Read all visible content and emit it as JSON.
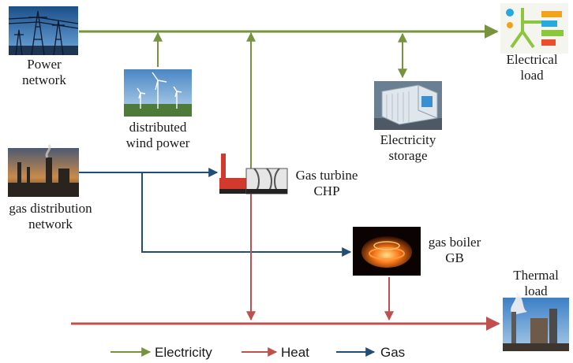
{
  "nodes": {
    "power_network": [
      "Power",
      "network"
    ],
    "wind_power": [
      "distributed",
      "wind power"
    ],
    "electrical_load": [
      "Electrical",
      "load"
    ],
    "electricity_storage": [
      "Electricity",
      "storage"
    ],
    "gas_network": [
      "gas distribution",
      "network"
    ],
    "gas_turbine": [
      "Gas turbine",
      "CHP"
    ],
    "gas_boiler": [
      "gas boiler",
      "GB"
    ],
    "thermal_load": [
      "Thermal",
      "load"
    ]
  },
  "legend": {
    "electricity": "Electricity",
    "heat": "Heat",
    "gas": "Gas"
  },
  "colors": {
    "electricity": "#77933C",
    "heat": "#C0504D",
    "gas": "#1F4E79"
  }
}
